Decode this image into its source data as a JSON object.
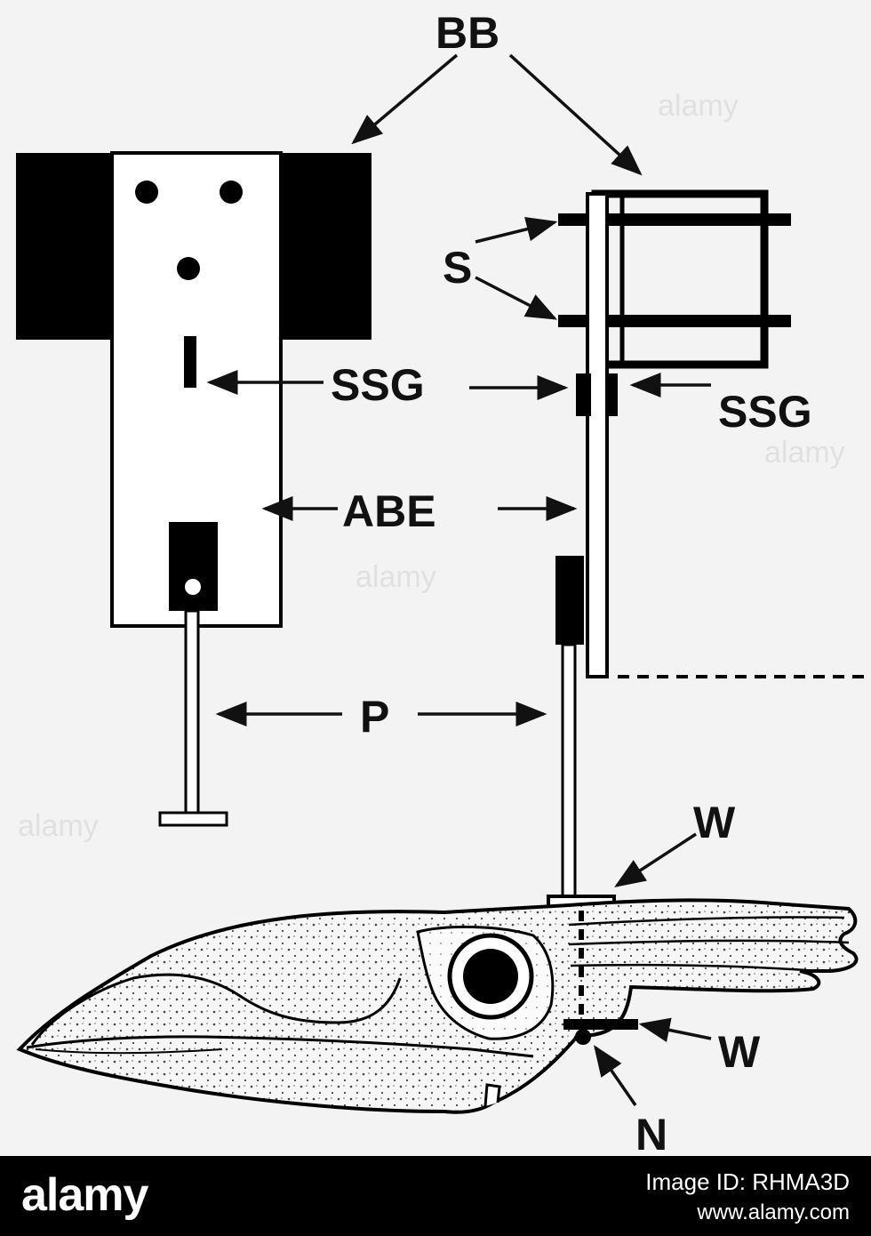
{
  "labels": {
    "bb": "BB",
    "s": "S",
    "ssg_left": "SSG",
    "ssg_right": "SSG",
    "abe": "ABE",
    "p": "P",
    "w_top": "W",
    "w_bottom": "W",
    "n": "N"
  },
  "watermark": {
    "text": "alamy"
  },
  "footer": {
    "logo": "alamy",
    "image_id": "Image ID: RHMA3D",
    "url": "www.alamy.com"
  }
}
